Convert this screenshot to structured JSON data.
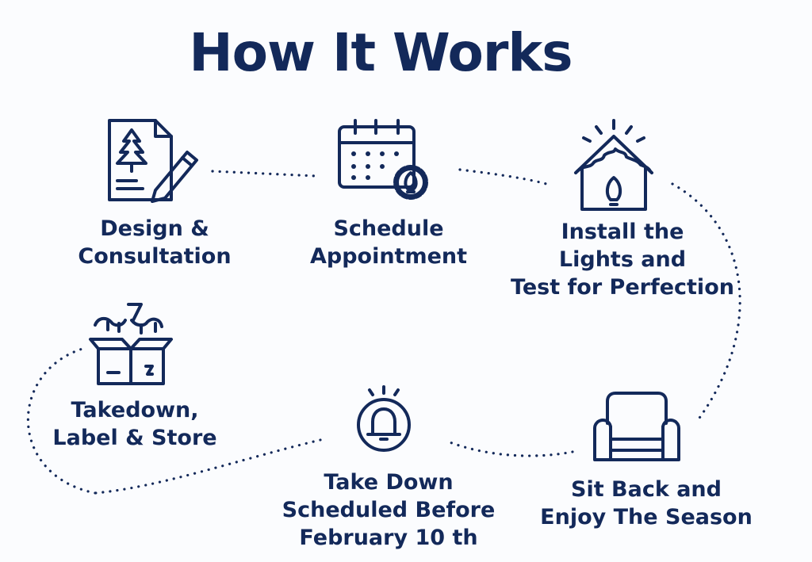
{
  "colors": {
    "primary": "#13295a",
    "background": "#fbfcfe"
  },
  "title": "How It Works",
  "steps": [
    {
      "icon": "document-pencil-tree-icon",
      "label": "Design &\nConsultation"
    },
    {
      "icon": "calendar-bulb-gear-icon",
      "label": "Schedule\nAppointment"
    },
    {
      "icon": "house-lightbulb-icon",
      "label": "Install the\nLights and\nTest for Perfection"
    },
    {
      "icon": "armchair-icon",
      "label": "Sit Back and\nEnjoy The Season"
    },
    {
      "icon": "bell-icon",
      "label": "Take Down\nScheduled Before\nFebruary 10 th"
    },
    {
      "icon": "storage-box-lights-icon",
      "label": "Takedown,\nLabel & Store"
    }
  ]
}
